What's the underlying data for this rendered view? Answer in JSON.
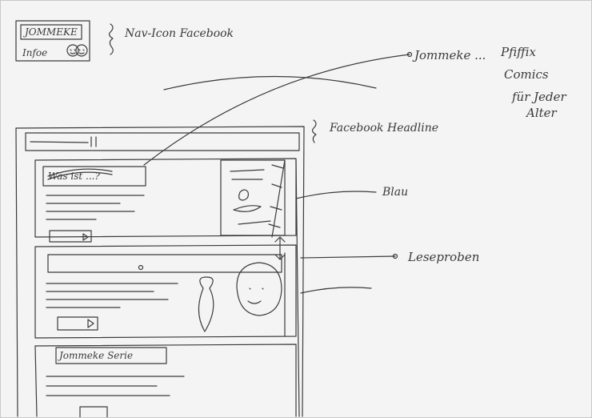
{
  "sketch": {
    "ink_color": "#3b3b3b",
    "paper_color": "#f4f4f4",
    "logo": {
      "name_text": "JOMMEKE",
      "sub_text": "Infoe"
    },
    "notes": {
      "nav_icon": "Nav-Icon Facebook",
      "facebook_headline": "Facebook Headline",
      "jommeke_line1": "Jommeke ...",
      "jommeke_line2": "Pfiffix",
      "jommeke_line3": "Comics",
      "jommeke_line4": "für Jeder",
      "jommeke_line5": "Alter",
      "blau": "Blau",
      "lesepraben": "Leseproben"
    },
    "cards": {
      "card1_title": "Was ist ...?",
      "card3_title": "Jommeke Serie"
    }
  }
}
